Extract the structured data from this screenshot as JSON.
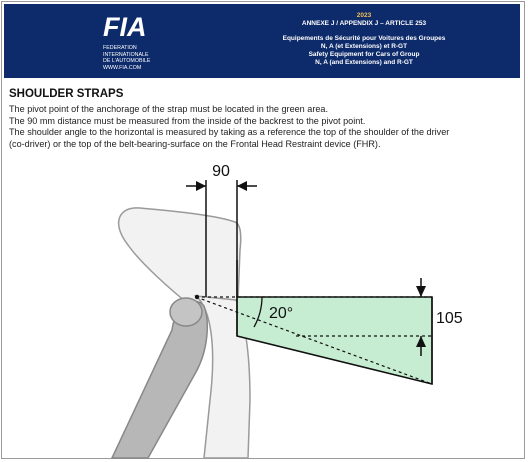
{
  "header": {
    "logo": "FIA",
    "federation_lines": [
      "FEDERATION",
      "INTERNATIONALE",
      "DE L'AUTOMOBILE",
      "WWW.FIA.COM"
    ],
    "year": "2023",
    "annex": "ANNEXE J / APPENDIX J – ARTICLE 253",
    "fr_title_1": "Equipements de Sécurité pour Voitures des Groupes",
    "fr_title_2": "N, A (et Extensions) et R-GT",
    "en_title_1": "Safety Equipment for Cars of Group",
    "en_title_2": "N, A (and Extensions) and R-GT"
  },
  "section": {
    "title": "SHOULDER STRAPS",
    "lines": [
      "The pivot point of the anchorage of the strap must be located in the green area.",
      "The 90 mm distance must be measured from the inside of the backrest to the pivot point.",
      "The shoulder angle to the horizontal is measured by taking as a reference the top of the shoulder of the driver",
      "(co-driver) or the top of the belt-bearing-surface on the Frontal Head Restraint device (FHR)."
    ]
  },
  "diagram": {
    "dim_width_label": "90",
    "angle_label": "20°",
    "dim_height_label": "105",
    "colors": {
      "green_zone": "#c6ecd1",
      "outline": "#111111",
      "seat_fill": "#f2f2f2",
      "seat_stroke": "#9a9a9a",
      "body_fill": "#b7b7b7"
    }
  }
}
